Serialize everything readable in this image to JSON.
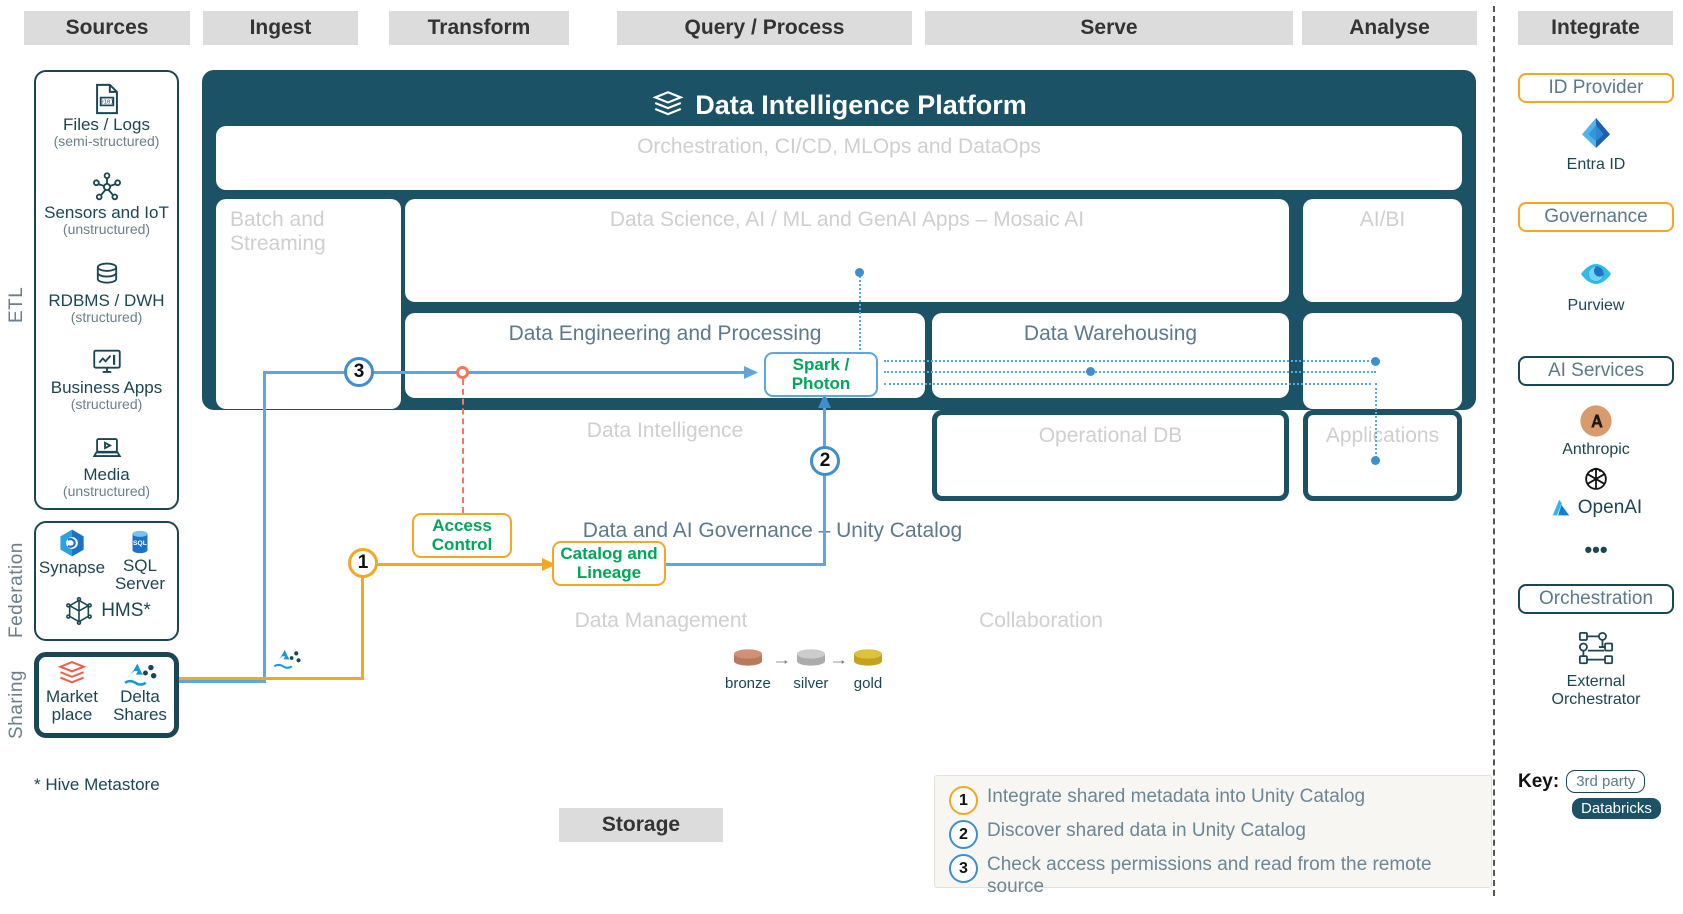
{
  "phases": [
    {
      "label": "Sources"
    },
    {
      "label": "Ingest"
    },
    {
      "label": "Transform"
    },
    {
      "label": "Query / Process"
    },
    {
      "label": "Serve"
    },
    {
      "label": "Analyse"
    },
    {
      "label": "Integrate"
    }
  ],
  "side_labels": {
    "etl": "ETL",
    "federation": "Federation",
    "sharing": "Sharing"
  },
  "sources": {
    "etl_items": [
      {
        "icon": "file-binary-icon",
        "name": "Files / Logs",
        "sub": "(semi-structured)"
      },
      {
        "icon": "sensor-network-icon",
        "name": "Sensors and IoT",
        "sub": "(unstructured)"
      },
      {
        "icon": "database-icon",
        "name": "RDBMS / DWH",
        "sub": "(structured)"
      },
      {
        "icon": "monitor-chart-icon",
        "name": "Business Apps",
        "sub": "(structured)"
      },
      {
        "icon": "laptop-media-icon",
        "name": "Media",
        "sub": "(unstructured)"
      }
    ],
    "federation_items": [
      {
        "icon": "synapse-icon",
        "name": "Synapse"
      },
      {
        "icon": "sql-server-icon",
        "name": "SQL\nServer"
      },
      {
        "icon": "hms-cube-icon",
        "name": "HMS*"
      }
    ],
    "sharing_items": [
      {
        "icon": "marketplace-icon",
        "name": "Market\nplace"
      },
      {
        "icon": "delta-sharing-icon",
        "name": "Delta\nShares"
      }
    ],
    "footnote": "* Hive Metastore"
  },
  "platform": {
    "title": "Data Intelligence Platform",
    "logo_icon": "databricks-logo-icon",
    "orchestration": "Orchestration, CI/CD, MLOps and DataOps",
    "panes": {
      "batch": "Batch and\nStreaming",
      "mosaic": "Data Science, AI / ML and GenAI Apps – Mosaic AI",
      "aibi": "AI/BI",
      "data_eng": "Data Engineering and Processing",
      "data_wh": "Data Warehousing",
      "data_intel": "Data Intelligence",
      "op_db": "Operational DB",
      "applications": "Applications",
      "governance": "Data and AI Governance – Unity Catalog",
      "data_mgmt": "Data Management",
      "collaboration": "Collaboration"
    },
    "highlights": {
      "spark": "Spark /\nPhoton",
      "access_control": "Access\nControl",
      "catalog_lineage": "Catalog and\nLineage"
    },
    "medallion": [
      {
        "label": "bronze",
        "color": "#c08264"
      },
      {
        "label": "silver",
        "color": "#bfbfbf"
      },
      {
        "label": "gold",
        "color": "#d9b52b"
      }
    ]
  },
  "storage_label": "Storage",
  "markers": [
    {
      "id": "1",
      "color": "amber"
    },
    {
      "id": "2",
      "color": "blue"
    },
    {
      "id": "3",
      "color": "blue"
    }
  ],
  "integrate": {
    "groups": [
      {
        "category": "ID Provider",
        "style": "amber",
        "items": [
          {
            "icon": "entra-id-icon",
            "name": "Entra ID"
          }
        ]
      },
      {
        "category": "Governance",
        "style": "amber",
        "items": [
          {
            "icon": "purview-icon",
            "name": "Purview"
          }
        ]
      },
      {
        "category": "AI Services",
        "style": "teal",
        "items": [
          {
            "icon": "anthropic-icon",
            "name": "Anthropic"
          },
          {
            "icon": "openai-icon",
            "name": "OpenAI"
          },
          {
            "icon": "ellipsis-icon",
            "name": "•••"
          }
        ]
      },
      {
        "category": "Orchestration",
        "style": "teal",
        "items": [
          {
            "icon": "workflow-icon",
            "name": "External\nOrchestrator"
          }
        ]
      }
    ],
    "key": {
      "label": "Key:",
      "third_party": "3rd party",
      "databricks": "Databricks"
    }
  },
  "legend": {
    "steps": [
      {
        "num": "1",
        "color": "amber",
        "text": "Integrate shared metadata into Unity Catalog"
      },
      {
        "num": "2",
        "color": "blue",
        "text": "Discover shared data in Unity Catalog"
      },
      {
        "num": "3",
        "color": "blue",
        "text": "Check access permissions and read from the remote source"
      }
    ]
  },
  "colors": {
    "platform_bg": "#1b5265",
    "accent_blue": "#5ba7e0",
    "accent_amber": "#f5a623",
    "accent_green": "#00a65a",
    "accent_red": "#f4775f",
    "muted": "#6b7f8a"
  }
}
